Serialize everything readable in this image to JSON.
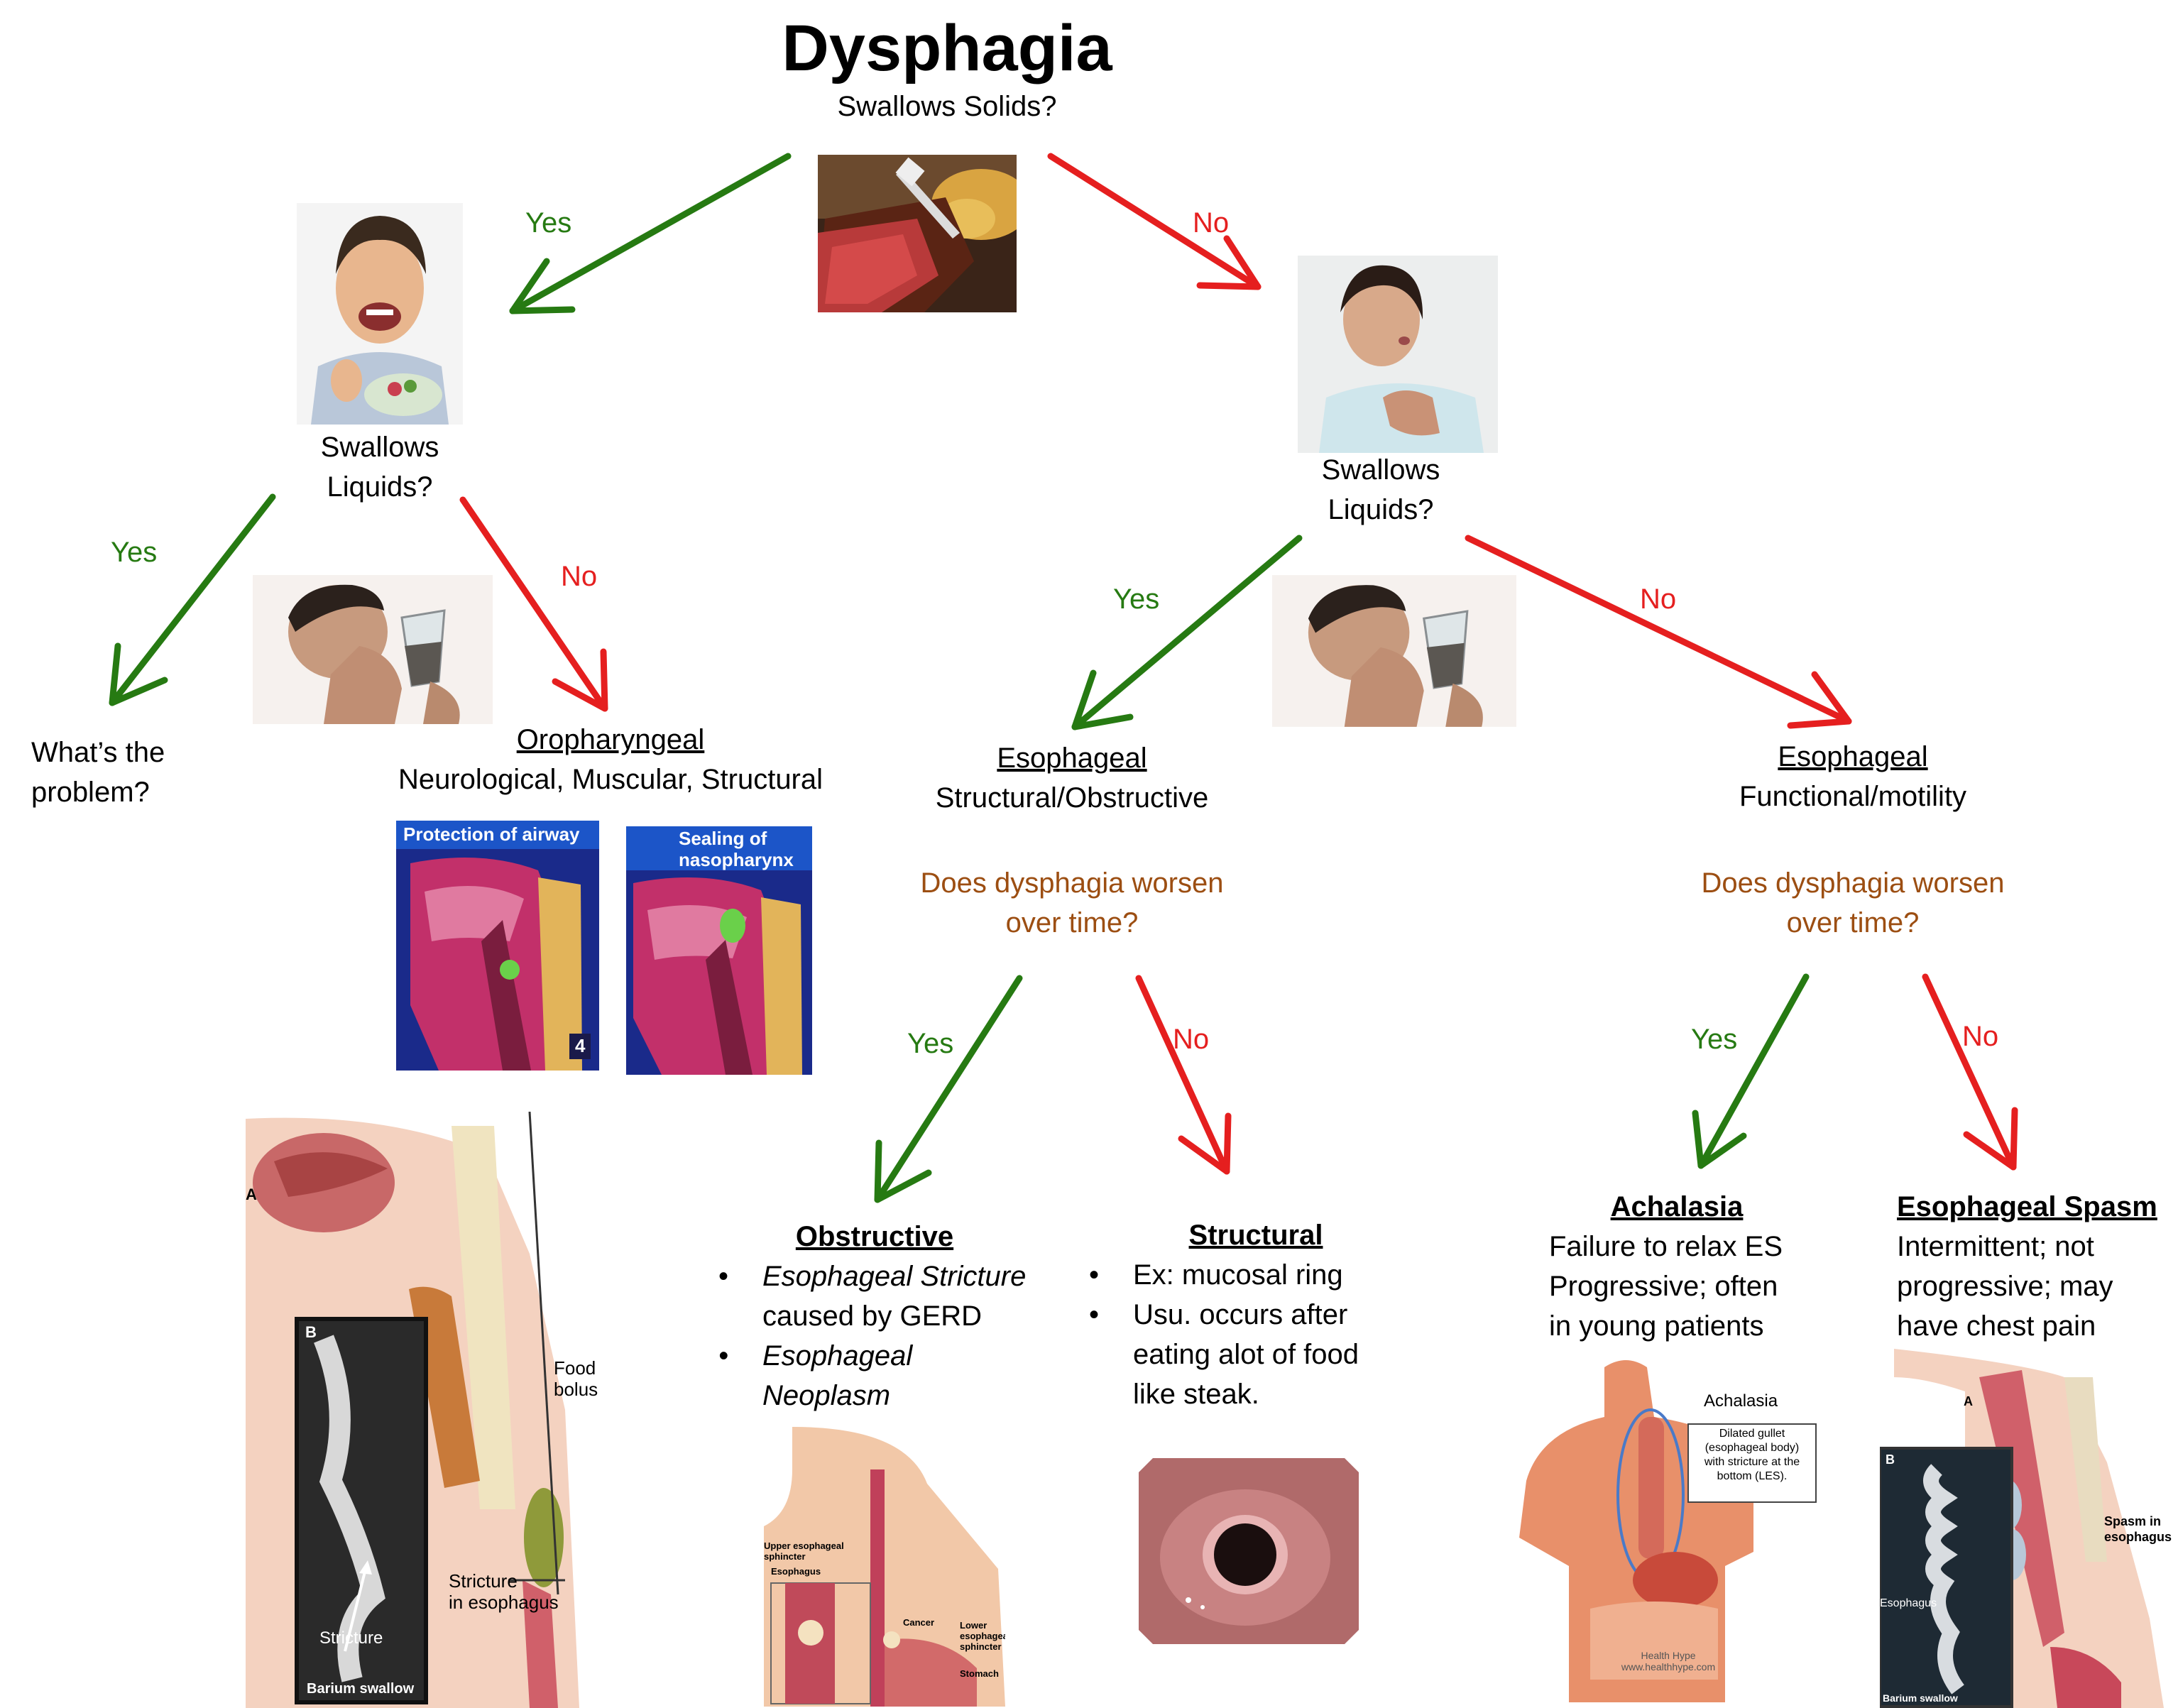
{
  "title": "Dysphagia",
  "root_question": "Swallows Solids?",
  "labels": {
    "yes_1": "Yes",
    "no_1": "No",
    "yes_2": "Yes",
    "no_2": "No",
    "yes_3": "Yes",
    "no_3": "No",
    "yes_4": "Yes",
    "no_4": "No",
    "yes_5": "Yes",
    "no_5": "No"
  },
  "left_branch": {
    "question_line1": "Swallows",
    "question_line2": "Liquids?",
    "whats_problem_line1": "What’s the",
    "whats_problem_line2": "problem?",
    "oropharyngeal_title": "Oropharyngeal",
    "oropharyngeal_sub": "Neurological, Muscular, Structural",
    "panel1_caption": "Protection of airway",
    "panel2_caption_line1": "Sealing of",
    "panel2_caption_line2": "nasopharynx",
    "panel1_number": "4",
    "illustration": {
      "food_bolus_line1": "Food",
      "food_bolus_line2": "bolus",
      "stricture_line1": "Stricture",
      "stricture_line2": "in esophagus",
      "stricture_label": "Stricture",
      "barium_swallow": "Barium swallow",
      "panel_a": "A",
      "panel_b": "B"
    }
  },
  "right_branch": {
    "question_line1": "Swallows",
    "question_line2": "Liquids?",
    "structural_node": {
      "title": "Esophageal",
      "sub": "Structural/Obstructive",
      "question_line1": "Does dysphagia worsen",
      "question_line2": "over time?"
    },
    "functional_node": {
      "title": "Esophageal",
      "sub": "Functional/motility",
      "question_line1": "Does dysphagia worsen",
      "question_line2": "over time?"
    }
  },
  "outcomes": {
    "obstructive": {
      "title": "Obstructive",
      "b1_italic": "Esophageal Stricture",
      "b1_rest": "caused by GERD",
      "b2_line1": "Esophageal",
      "b2_line2": "Neoplasm",
      "image_labels": {
        "upper": "Upper esophageal sphincter",
        "esophagus": "Esophagus",
        "cancer": "Cancer",
        "lower": "Lower esophageal sphincter",
        "stomach": "Stomach"
      }
    },
    "structural": {
      "title": "Structural",
      "b1": "Ex: mucosal ring",
      "b2_line1": "Usu. occurs after",
      "b2_line2": "eating alot of food",
      "b2_line3": "like steak."
    },
    "achalasia": {
      "title": "Achalasia",
      "line1": "Failure to relax ES",
      "line2": "Progressive; often",
      "line3": "in young patients",
      "image_labels": {
        "heading": "Achalasia",
        "box_line1": "Dilated gullet",
        "box_line2": "(esophageal body)",
        "box_line3": "with stricture at the",
        "box_line4": "bottom (LES).",
        "credit1": "Health Hype",
        "credit2": "www.healthhype.com"
      }
    },
    "spasm": {
      "title": "Esophageal Spasm",
      "line1": "Intermittent; not",
      "line2": "progressive; may",
      "line3": "have chest pain",
      "image_labels": {
        "spasm_line1": "Spasm in",
        "spasm_line2": "esophagus",
        "esophagus": "Esophagus",
        "barium": "Barium swallow",
        "panel_a": "A",
        "panel_b": "B"
      }
    }
  },
  "colors": {
    "yes": "#267a12",
    "no": "#e51f1f",
    "question": "#9c4e12"
  }
}
